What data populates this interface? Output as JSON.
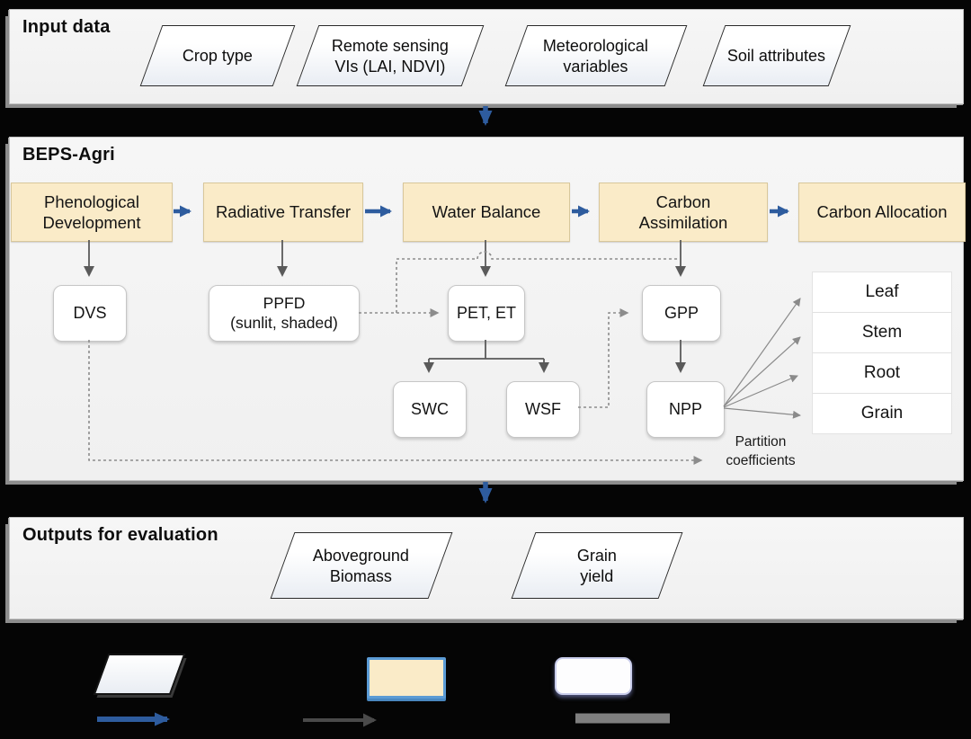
{
  "input": {
    "title": "Input data",
    "items": [
      {
        "label": "Crop type"
      },
      {
        "label": "Remote sensing\nVIs (LAI, NDVI)"
      },
      {
        "label": "Meteorological\nvariables"
      },
      {
        "label": "Soil attributes"
      }
    ]
  },
  "model": {
    "title": "BEPS-Agri",
    "modules": [
      {
        "label": "Phenological\nDevelopment"
      },
      {
        "label": "Radiative Transfer"
      },
      {
        "label": "Water Balance"
      },
      {
        "label": "Carbon\nAssimilation"
      },
      {
        "label": "Carbon Allocation"
      }
    ],
    "variables": {
      "dvs": "DVS",
      "ppfd": "PPFD\n(sunlit, shaded)",
      "pet": "PET, ET",
      "gpp": "GPP",
      "swc": "SWC",
      "wsf": "WSF",
      "npp": "NPP"
    },
    "allocation": [
      "Leaf",
      "Stem",
      "Root",
      "Grain"
    ],
    "partition_label": "Partition\ncoefficients"
  },
  "output": {
    "title": "Outputs for evaluation",
    "items": [
      {
        "label": "Aboveground\nBiomass"
      },
      {
        "label": "Grain\nyield"
      }
    ]
  },
  "legend": {
    "symbols": [
      "input-output-parallelogram",
      "module-box",
      "variable-box",
      "blue-flow-arrow",
      "solid-gray-arrow",
      "dashed-gray-arrow"
    ]
  },
  "colors": {
    "module_fill": "#FAEBC8",
    "module_border": "#D8C79B",
    "flow_blue": "#2E5C9E",
    "solid_gray": "#5A5A5A",
    "thin_gray": "#8A8A8A",
    "dashed_gray": "#8C8C8C",
    "legend_highlight": "#5B9BD5"
  }
}
